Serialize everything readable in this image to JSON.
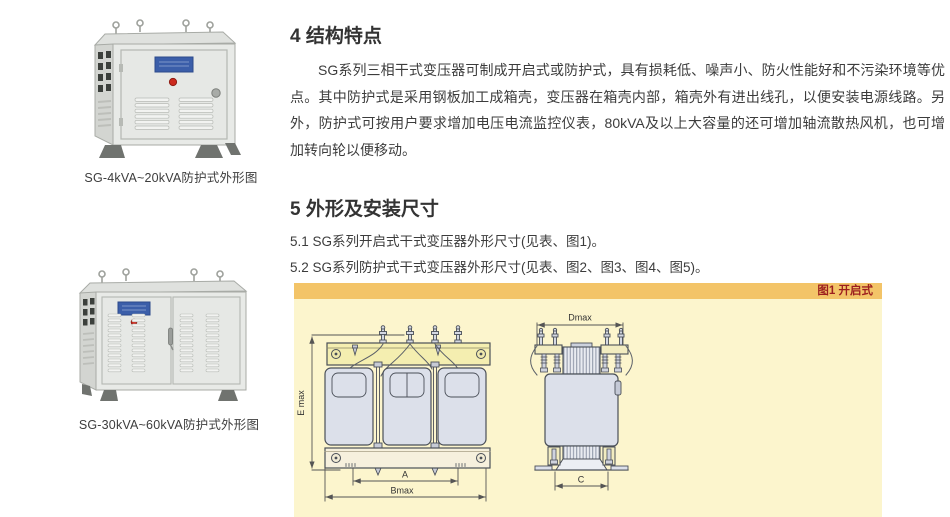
{
  "photos": {
    "small": {
      "caption": "SG-4kVA~20kVA防护式外形图"
    },
    "large": {
      "caption": "SG-30kVA~60kVA防护式外形图"
    }
  },
  "sections": {
    "s4": {
      "title": "4 结构特点",
      "body": "SG系列三相干式变压器可制成开启式或防护式，具有损耗低、噪声小、防火性能好和不污染环境等优点。其中防护式是采用钢板加工成箱壳，变压器在箱壳内部，箱壳外有进出线孔，以便安装电源线路。另外，防护式可按用户要求增加电压电流监控仪表，80kVA及以上大容量的还可增加轴流散热风机，也可增加转向轮以便移动。"
    },
    "s5": {
      "title": "5 外形及安装尺寸",
      "item1": "5.1 SG系列开启式干式变压器外形尺寸(见表、图1)。",
      "item2": "5.2 SG系列防护式干式变压器外形尺寸(见表、图2、图3、图4、图5)。"
    }
  },
  "figure1": {
    "label": "图1 开启式",
    "dims": {
      "e": "E max",
      "a": "A",
      "b": "Bmax",
      "d": "Dmax",
      "c": "C"
    }
  },
  "colors": {
    "panel_bg": "#fcf5cd",
    "strip_bg": "#f3c468",
    "strip_text": "#9c1f1f",
    "nameplate_blue": "#3b5ea9",
    "indicator_red": "#cc2a1e",
    "drawing_outline": "#4a4f58",
    "winding_fill": "#dce0ea",
    "clamp_yellow": "#f4eeb0",
    "base_cream": "#f6f0dd"
  }
}
